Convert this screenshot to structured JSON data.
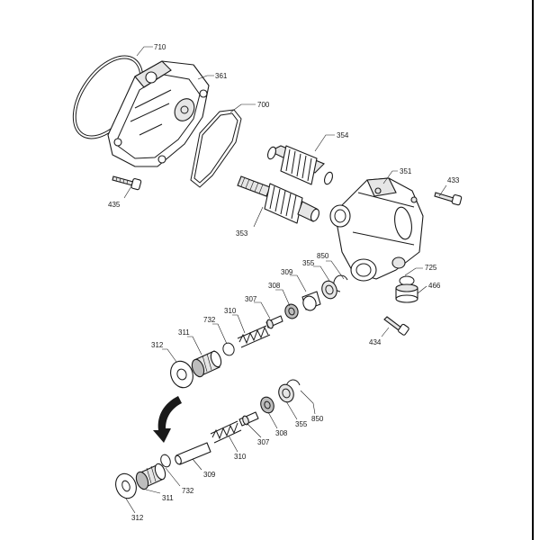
{
  "colors": {
    "line": "#1a1a1a",
    "background": "#ffffff",
    "shade": "#bdbdbd",
    "light": "#e6e6e6"
  },
  "callouts": {
    "c710": "710",
    "c361": "361",
    "c700": "700",
    "c354": "354",
    "c351": "351",
    "c433": "433",
    "c435": "435",
    "c353": "353",
    "c850": "850",
    "c355": "355",
    "c309": "309",
    "c308": "308",
    "c725": "725",
    "c466": "466",
    "c307": "307",
    "c310": "310",
    "c732": "732",
    "c311": "311",
    "c312": "312",
    "c434": "434",
    "b850": "850",
    "b355": "355",
    "b308": "308",
    "b307": "307",
    "b310": "310",
    "b309": "309",
    "b732": "732",
    "b311": "311",
    "b312": "312"
  }
}
